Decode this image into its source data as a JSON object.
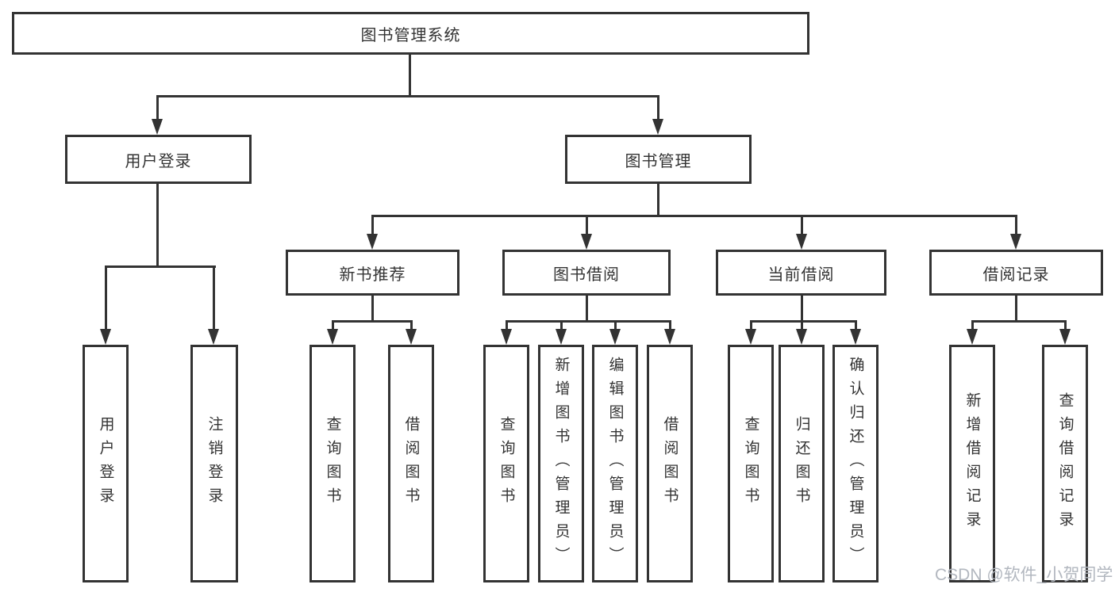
{
  "diagram_title": "图书管理系统",
  "tree": {
    "root": {
      "label": "图书管理系统",
      "children": [
        {
          "label": "用户登录",
          "children": [
            {
              "label": "用户登录"
            },
            {
              "label": "注销登录"
            }
          ]
        },
        {
          "label": "图书管理",
          "children": [
            {
              "label": "新书推荐",
              "children": [
                {
                  "label": "查询图书"
                },
                {
                  "label": "借阅图书"
                }
              ]
            },
            {
              "label": "图书借阅",
              "children": [
                {
                  "label": "查询图书"
                },
                {
                  "label": "新增图书（管理员）"
                },
                {
                  "label": "编辑图书（管理员）"
                },
                {
                  "label": "借阅图书"
                }
              ]
            },
            {
              "label": "当前借阅",
              "children": [
                {
                  "label": "查询图书"
                },
                {
                  "label": "归还图书"
                },
                {
                  "label": "确认归还（管理员）"
                }
              ]
            },
            {
              "label": "借阅记录",
              "children": [
                {
                  "label": "新增借阅记录"
                },
                {
                  "label": "查询借阅记录"
                }
              ]
            }
          ]
        }
      ]
    }
  },
  "watermark": {
    "text": "CSDN @软件_小贺同学"
  },
  "appearance": {
    "line_color": "#333333",
    "text_color": "#333333",
    "watermark_color": "#b2b7bf",
    "background_color": "#ffffff"
  }
}
